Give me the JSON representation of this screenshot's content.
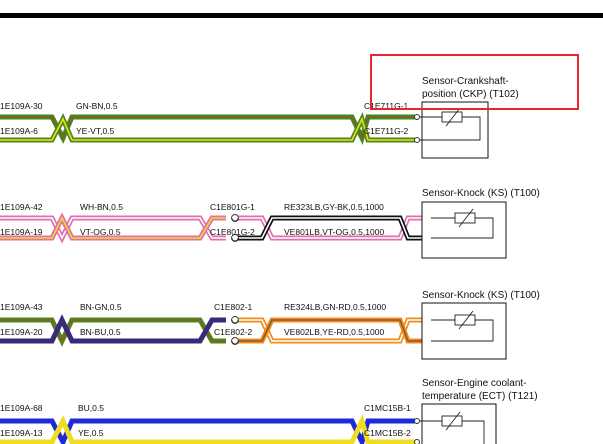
{
  "colors": {
    "frame": "#000000",
    "highlight": "#e8262b",
    "GN": "#3e8a1e",
    "BN": "#8a5a2b",
    "YE": "#f0dc20",
    "VT": "#5a2a8a",
    "WH": "#ffffff",
    "OG": "#f08c1e",
    "PK": "#e070b0",
    "BK": "#111111",
    "GY": "#9a9a9a",
    "BU": "#1e2ad8",
    "RD": "#d82020"
  },
  "sensors": [
    {
      "title_lines": [
        "Sensor-Crankshaft-",
        "position (CKP) (T102)"
      ],
      "left_wires": [
        {
          "conn": "1E109A-30",
          "label": "GN-BN,0.5"
        },
        {
          "conn": "1E109A-6",
          "label": "YE-VT,0.5"
        }
      ],
      "mid_conns": [],
      "right_wires": [],
      "end_conns": [
        "C1E711G-1",
        "C1E711G-2"
      ]
    },
    {
      "title_lines": [
        "Sensor-Knock (KS) (T100)"
      ],
      "left_wires": [
        {
          "conn": "1E109A-42",
          "label": "WH-BN,0.5"
        },
        {
          "conn": "1E109A-19",
          "label": "VT-OG,0.5"
        }
      ],
      "mid_conns": [
        "C1E801G-1",
        "C1E801G-2"
      ],
      "right_wires": [
        {
          "label": "RE323LB,GY-BK,0.5,1000"
        },
        {
          "label": "VE801LB,VT-OG,0.5,1000"
        }
      ],
      "end_conns": []
    },
    {
      "title_lines": [
        "Sensor-Knock (KS) (T100)"
      ],
      "left_wires": [
        {
          "conn": "1E109A-43",
          "label": "BN-GN,0.5"
        },
        {
          "conn": "1E109A-20",
          "label": "BN-BU,0.5"
        }
      ],
      "mid_conns": [
        "C1E802-1",
        "C1E802-2"
      ],
      "right_wires": [
        {
          "label": "RE324LB,GN-RD,0.5,1000"
        },
        {
          "label": "VE802LB,YE-RD,0.5,1000"
        }
      ],
      "end_conns": []
    },
    {
      "title_lines": [
        "Sensor-Engine coolant-",
        "temperature (ECT) (T121)"
      ],
      "left_wires": [
        {
          "conn": "1E109A-68",
          "label": "BU,0.5"
        },
        {
          "conn": "1E109A-13",
          "label": "YE,0.5"
        }
      ],
      "mid_conns": [],
      "right_wires": [],
      "end_conns": [
        "C1MC15B-1",
        "C1MC15B-2"
      ]
    }
  ]
}
